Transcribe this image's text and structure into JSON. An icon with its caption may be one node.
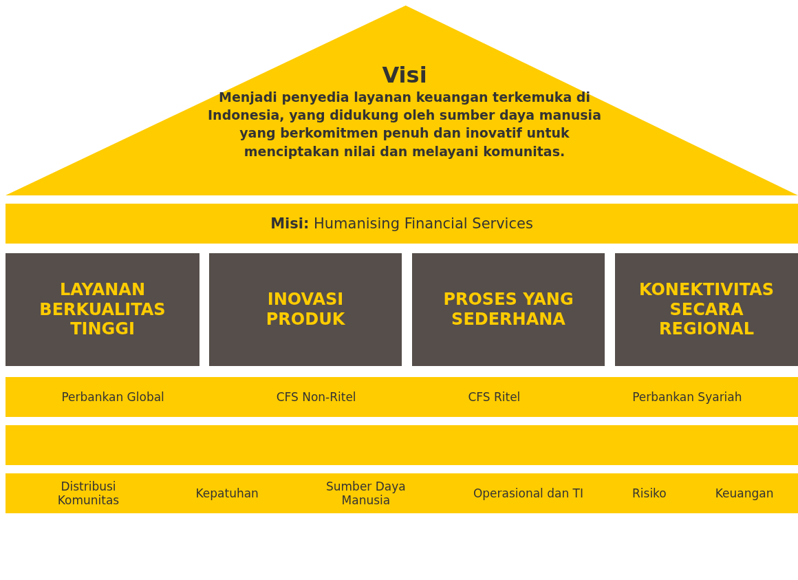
{
  "diagram": {
    "nodes": [
      {
        "text": [
          "Visi",
          "Menjadi penyedia layanan keuangan terkemuka di Indonesia, yang didukung oleh sumber daya manusia yang berkomitmen penuh dan inovatif untuk menciptakan nilai dan melayani komunitas."
        ]
      },
      {
        "text": [
          "**Misi:** Humanising Financial Services"
        ]
      },
      {
        "text": [
          "LAYANAN BERKUALITAS TINGGI"
        ]
      },
      {
        "text": [
          "INOVASI PRODUK"
        ]
      },
      {
        "text": [
          "PROSES YANG SEDERHANA"
        ]
      },
      {
        "text": [
          "KONEKTIVITAS SECARA REGIONAL"
        ]
      },
      {
        "text": [
          "Perbankan Global",
          "CFS Non-Ritel",
          "CFS Ritel",
          "Perbankan Syariah"
        ]
      },
      {
        "text": [],
        "shape": "bar"
      },
      {
        "text": [
          "Distribusi Komunitas",
          "Kepatuhan",
          "Sumber Daya Manusia",
          "Operasional dan TI",
          "Risiko",
          "Keuangan"
        ]
      }
    ]
  }
}
